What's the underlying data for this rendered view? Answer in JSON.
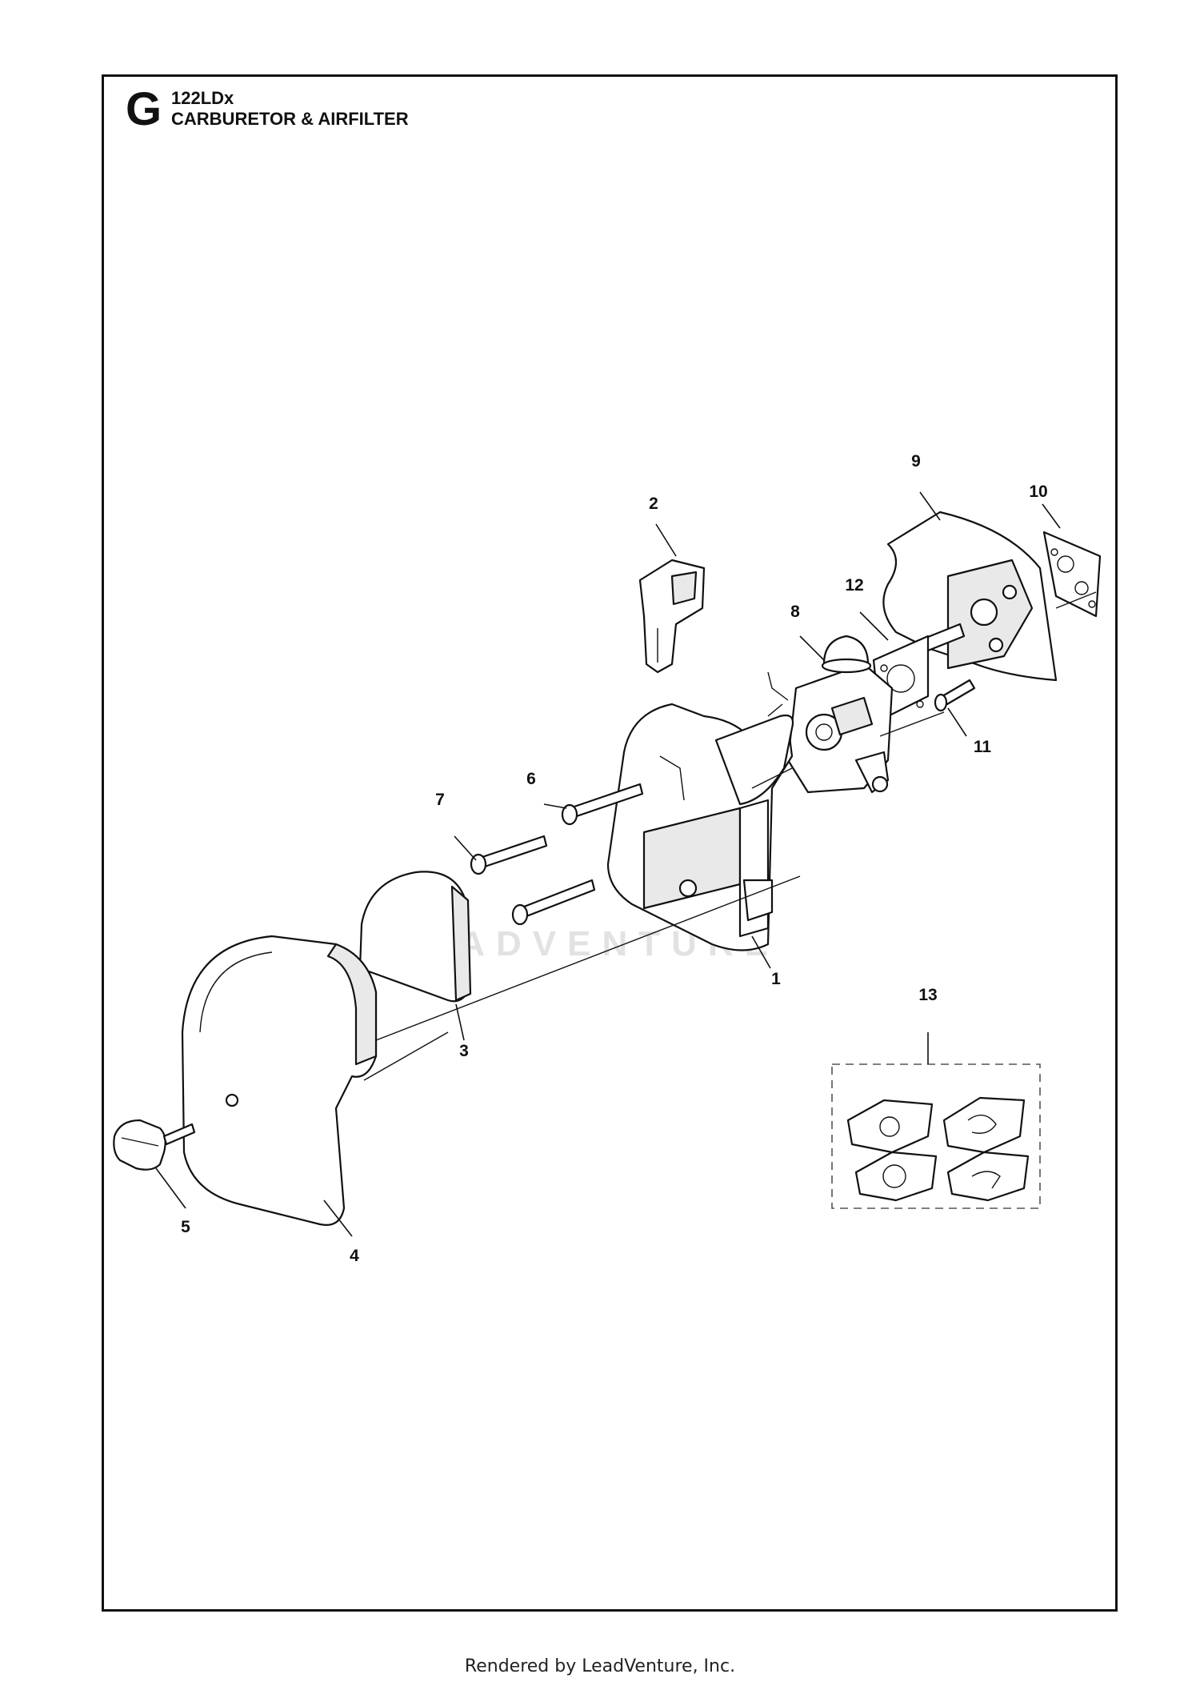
{
  "header": {
    "section_letter": "G",
    "model": "122LDx",
    "title": "CARBURETOR & AIRFILTER"
  },
  "callouts": [
    "1",
    "2",
    "3",
    "4",
    "5",
    "6",
    "7",
    "8",
    "9",
    "10",
    "11",
    "12",
    "13"
  ],
  "watermark": "LEADVENTURE",
  "footer": "Rendered by LeadVenture, Inc."
}
